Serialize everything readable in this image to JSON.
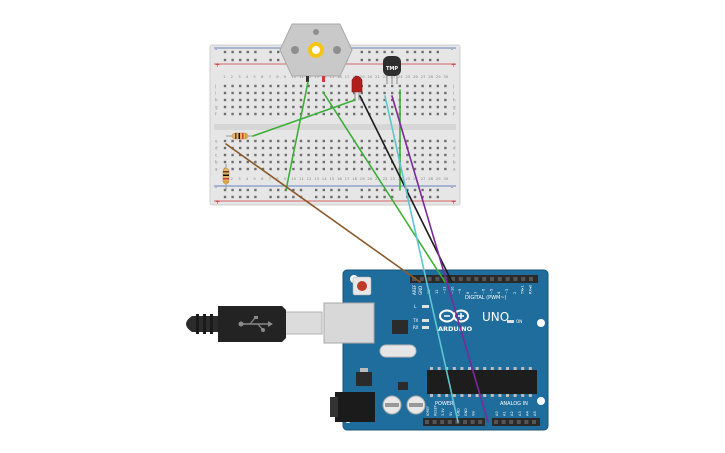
{
  "arduino": {
    "brand": "ARDUINO",
    "model": "UNO",
    "header_digital": "DIGITAL (PWM~)",
    "header_power": "POWER",
    "header_analog": "ANALOG IN",
    "label_aref": "AREF",
    "label_gnd": "GND",
    "label_tx": "TX",
    "label_rx": "RX",
    "label_l": "L",
    "label_on": "ON",
    "digital_pins": [
      "13",
      "12",
      "~11",
      "~10",
      "~9",
      "8",
      "7",
      "~6",
      "~5",
      "4",
      "~3",
      "2",
      "TX▸1",
      "RX◂0"
    ],
    "power_pins": [
      "IOREF",
      "RESET",
      "3.3V",
      "5V",
      "GND",
      "GND",
      "Vin"
    ],
    "analog_pins": [
      "A0",
      "A1",
      "A2",
      "A3",
      "A4",
      "A5"
    ]
  },
  "sensor": {
    "label": "TMP"
  },
  "breadboard": {
    "rail_plus": "+",
    "rail_minus": "-",
    "row_letters_top": [
      "j",
      "i",
      "h",
      "g",
      "f"
    ],
    "row_letters_bottom": [
      "e",
      "d",
      "c",
      "b",
      "a"
    ],
    "column_numbers": [
      "1",
      "2",
      "3",
      "4",
      "5",
      "6",
      "7",
      "8",
      "9",
      "10",
      "11",
      "12",
      "13",
      "14",
      "15",
      "16",
      "17",
      "18",
      "19",
      "20",
      "21",
      "22",
      "23",
      "24",
      "25",
      "26",
      "27",
      "28",
      "29",
      "30"
    ]
  },
  "colors": {
    "board_blue": "#1f6d9c",
    "breadboard": "#e3e3e3",
    "wire_green": "#3fae3a",
    "wire_black": "#1a1a1a",
    "wire_purple": "#7a2a9a",
    "wire_cyan": "#5cc6d0",
    "wire_brown": "#8a5a2b",
    "rail_red": "#d23a3a",
    "rail_blue": "#3a5fb0"
  }
}
